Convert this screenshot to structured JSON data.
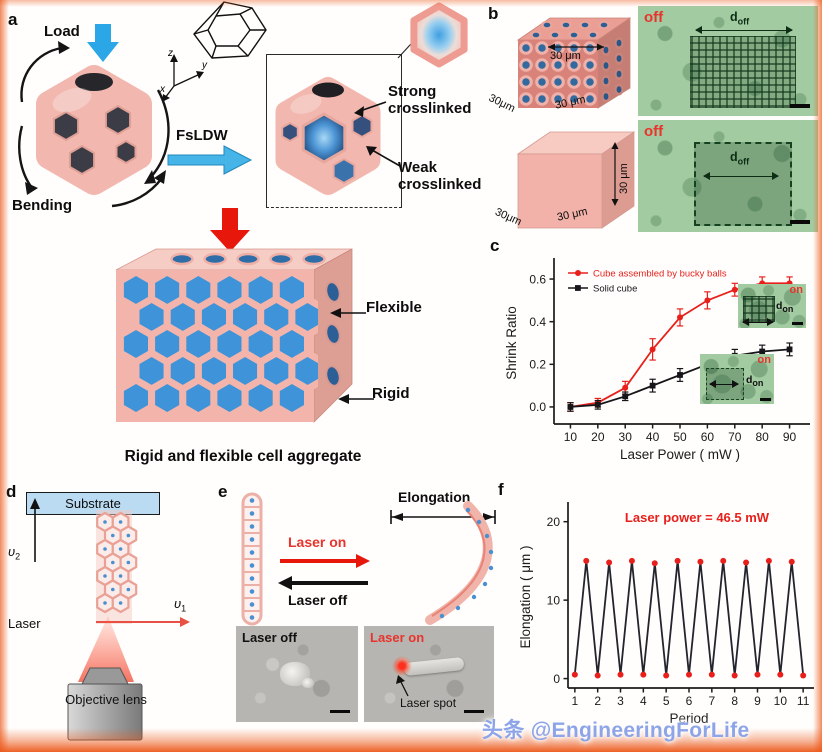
{
  "watermark": "头条 @EngineeringForLife",
  "panel_a": {
    "label": "a",
    "load": "Load",
    "bending": "Bending",
    "fsldw": "FsLDW",
    "strong": "Strong crosslinked",
    "weak": "Weak crosslinked",
    "flexible": "Flexible",
    "rigid": "Rigid",
    "caption": "Rigid and flexible cell aggregate",
    "axis": {
      "x": "x",
      "y": "y",
      "z": "z"
    }
  },
  "panel_b": {
    "label": "b",
    "bucky_dims": {
      "top": "30 μm",
      "left": "30μm",
      "bottom": "30 μm"
    },
    "solid_dims": {
      "right": "30 μm",
      "left": "30μm",
      "bottom": "30 μm"
    },
    "micro1": {
      "state": "off",
      "d": "d",
      "sub": "off"
    },
    "micro2": {
      "state": "off",
      "d": "d",
      "sub": "off"
    }
  },
  "panel_c": {
    "label": "c"
  },
  "panel_d": {
    "label": "d",
    "substrate": "Substrate",
    "laser": "Laser",
    "objective": "Objective lens",
    "v1": {
      "sym": "υ",
      "sub": "1"
    },
    "v2": {
      "sym": "υ",
      "sub": "2"
    }
  },
  "panel_e": {
    "label": "e",
    "elongation": "Elongation",
    "laser_on": "Laser on",
    "laser_off": "Laser off",
    "img_off": "Laser off",
    "img_on": "Laser on",
    "laser_spot": "Laser spot"
  },
  "panel_f": {
    "label": "f"
  },
  "chart_data": [
    {
      "id": "shrink-ratio-vs-laser-power",
      "type": "line",
      "title": "",
      "xlabel": "Laser Power ( mW )",
      "ylabel": "Shrink Ratio",
      "x": [
        10,
        20,
        30,
        40,
        50,
        60,
        70,
        80,
        90
      ],
      "series": [
        {
          "name": "Cube assembled by bucky balls",
          "color": "#e8201c",
          "marker": "circle",
          "values": [
            0.0,
            0.02,
            0.09,
            0.27,
            0.42,
            0.5,
            0.55,
            0.58,
            0.58
          ],
          "errors": [
            0.02,
            0.02,
            0.03,
            0.05,
            0.04,
            0.04,
            0.03,
            0.03,
            0.03
          ]
        },
        {
          "name": "Solid cube",
          "color": "#16161a",
          "marker": "square",
          "values": [
            0.0,
            0.01,
            0.05,
            0.1,
            0.15,
            0.2,
            0.24,
            0.26,
            0.27
          ],
          "errors": [
            0.02,
            0.02,
            0.02,
            0.03,
            0.03,
            0.03,
            0.03,
            0.03,
            0.03
          ]
        }
      ],
      "xlim": [
        4,
        96
      ],
      "ylim": [
        -0.08,
        0.68
      ],
      "xticks": [
        10,
        20,
        30,
        40,
        50,
        60,
        70,
        80,
        90
      ],
      "yticks": [
        0,
        0.2,
        0.4,
        0.6
      ],
      "ytick_labels": [
        "0.0",
        "0.2",
        "0.4",
        "0.6"
      ],
      "legend_position": "top-left",
      "grid": false,
      "insets": [
        {
          "state": "on",
          "d": "d",
          "sub": "on"
        },
        {
          "state": "on",
          "d": "d",
          "sub": "on"
        }
      ]
    },
    {
      "id": "elongation-cycles",
      "type": "line",
      "annotation": "Laser power = 46.5 mW",
      "xlabel": "Period",
      "ylabel": "Elongation ( μm )",
      "x": [
        1,
        1.5,
        2,
        2.5,
        3,
        3.5,
        4,
        4.5,
        5,
        5.5,
        6,
        6.5,
        7,
        7.5,
        8,
        8.5,
        9,
        9.5,
        10,
        10.5,
        11
      ],
      "values": [
        0.5,
        15,
        0.4,
        14.8,
        0.5,
        15,
        0.5,
        14.7,
        0.4,
        15,
        0.5,
        14.9,
        0.5,
        15,
        0.4,
        14.8,
        0.5,
        15,
        0.5,
        14.9,
        0.4
      ],
      "line_color": "#23242e",
      "marker_color": "#e8201c",
      "xlim": [
        0.7,
        11.3
      ],
      "ylim": [
        -1.2,
        22
      ],
      "xticks": [
        1,
        2,
        3,
        4,
        5,
        6,
        7,
        8,
        9,
        10,
        11
      ],
      "yticks": [
        0,
        10,
        20
      ],
      "grid": false
    }
  ]
}
